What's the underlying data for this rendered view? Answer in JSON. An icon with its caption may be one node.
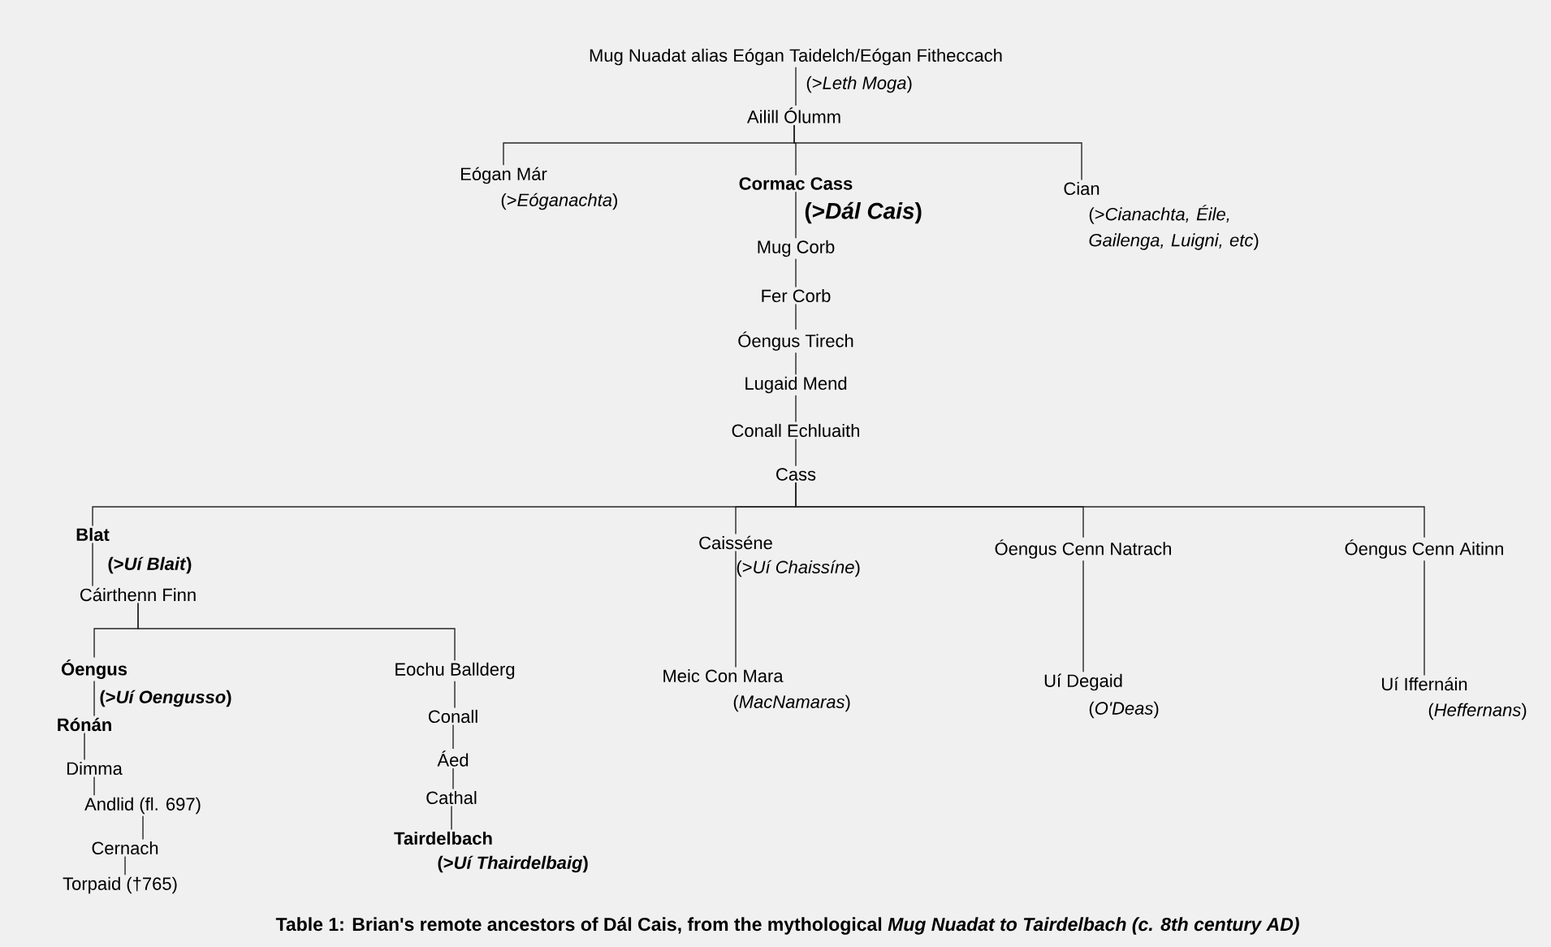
{
  "diagram": {
    "caption": "Table 1: Brian's remote ancestors of Dál Cais, from the mythological *Mug Nuadat to Tairdelbach (c. 8th century AD)*",
    "nodes": [
      {
        "text": [
          "Mug Nuadat alias Eógan Taidelch/Eógan Fitheccach"
        ],
        "beside": [
          "(>*Leth Moga*)"
        ]
      },
      {
        "text": [
          "Ailill Ólumm"
        ]
      },
      {
        "text": [
          "Eógan Már"
        ],
        "beside": [
          "(>*Eóganachta*)"
        ]
      },
      {
        "text": [
          "Cormac Cass"
        ],
        "beside": [
          "(>*Dál Cais*)"
        ]
      },
      {
        "text": [
          "Cian"
        ],
        "beside": [
          "(>*Cianachta, Éile, Gailenga, Luigni, etc*)"
        ]
      },
      {
        "text": [
          "Mug Corb"
        ]
      },
      {
        "text": [
          "Fer Corb"
        ]
      },
      {
        "text": [
          "Óengus Tirech"
        ]
      },
      {
        "text": [
          "Lugaid Mend"
        ]
      },
      {
        "text": [
          "Conall Echluaith"
        ]
      },
      {
        "text": [
          "Cass"
        ]
      },
      {
        "text": [
          "Blat"
        ],
        "beside": [
          "(>*Uí Blait*)"
        ]
      },
      {
        "text": [
          "Caisséne"
        ],
        "beside": [
          "(>*Uí Chaissíne*)"
        ]
      },
      {
        "text": [
          "Óengus Cenn Natrach"
        ]
      },
      {
        "text": [
          "Óengus Cenn Aitinn"
        ]
      },
      {
        "text": [
          "Cáirthenn Finn"
        ]
      },
      {
        "text": [
          "Óengus"
        ],
        "beside": [
          "(>*Uí Oengusso*)"
        ]
      },
      {
        "text": [
          "Eochu Ballderg"
        ]
      },
      {
        "text": [
          "Meic Con Mara"
        ],
        "beside": [
          "(*MacNamaras*)"
        ]
      },
      {
        "text": [
          "Uí Degaid"
        ],
        "beside": [
          "(*O'Deas*)"
        ]
      },
      {
        "text": [
          "Uí Iffernáin"
        ],
        "beside": [
          "(*Heffernans*)"
        ]
      },
      {
        "text": [
          "Rónán"
        ]
      },
      {
        "text": [
          "Conall"
        ]
      },
      {
        "text": [
          "Dimma"
        ]
      },
      {
        "text": [
          "Áed"
        ]
      },
      {
        "text": [
          "Andlid (fl. 697)"
        ]
      },
      {
        "text": [
          "Cathal"
        ]
      },
      {
        "text": [
          "Cernach"
        ]
      },
      {
        "text": [
          "Tairdelbach"
        ],
        "beside": [
          "(>*Uí Thairdelbaig*)"
        ]
      },
      {
        "text": [
          "Torpaid (†765)"
        ]
      }
    ],
    "edges": [
      {
        "from": 0,
        "to": 1,
        "arrow": "none"
      },
      {
        "from": 1,
        "to": 2,
        "arrow": "none"
      },
      {
        "from": 1,
        "to": 3,
        "arrow": "none"
      },
      {
        "from": 1,
        "to": 4,
        "arrow": "none"
      },
      {
        "from": 3,
        "to": 5,
        "arrow": "none"
      },
      {
        "from": 5,
        "to": 6,
        "arrow": "none"
      },
      {
        "from": 6,
        "to": 7,
        "arrow": "none"
      },
      {
        "from": 7,
        "to": 8,
        "arrow": "none"
      },
      {
        "from": 8,
        "to": 9,
        "arrow": "none"
      },
      {
        "from": 9,
        "to": 10,
        "arrow": "none"
      },
      {
        "from": 10,
        "to": 11,
        "arrow": "none"
      },
      {
        "from": 10,
        "to": 12,
        "arrow": "none"
      },
      {
        "from": 10,
        "to": 13,
        "arrow": "none"
      },
      {
        "from": 10,
        "to": 14,
        "arrow": "none"
      },
      {
        "from": 11,
        "to": 15,
        "arrow": "none"
      },
      {
        "from": 15,
        "to": 16,
        "arrow": "none"
      },
      {
        "from": 15,
        "to": 17,
        "arrow": "none"
      },
      {
        "from": 12,
        "to": 18,
        "arrow": "none"
      },
      {
        "from": 13,
        "to": 19,
        "arrow": "none"
      },
      {
        "from": 14,
        "to": 20,
        "arrow": "none"
      },
      {
        "from": 16,
        "to": 21,
        "arrow": "none"
      },
      {
        "from": 21,
        "to": 23,
        "arrow": "none"
      },
      {
        "from": 23,
        "to": 25,
        "arrow": "none"
      },
      {
        "from": 25,
        "to": 27,
        "arrow": "none"
      },
      {
        "from": 27,
        "to": 29,
        "arrow": "none"
      },
      {
        "from": 17,
        "to": 22,
        "arrow": "none"
      },
      {
        "from": 22,
        "to": 24,
        "arrow": "none"
      },
      {
        "from": 24,
        "to": 26,
        "arrow": "none"
      },
      {
        "from": 26,
        "to": 28,
        "arrow": "none"
      }
    ]
  }
}
